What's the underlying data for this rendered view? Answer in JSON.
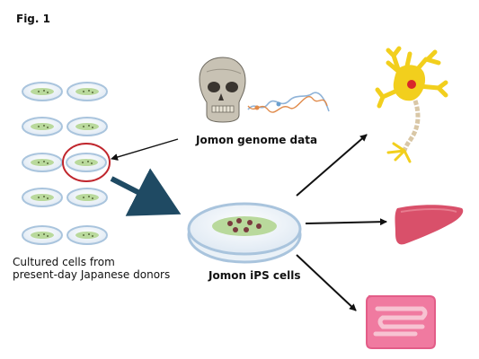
{
  "figure": {
    "label": "Fig. 1"
  },
  "labels": {
    "donors_line1": "Cultured cells from",
    "donors_line2": "present-day Japanese donors",
    "genome": "Jomon genome data",
    "ips": "Jomon iPS cells"
  },
  "colors": {
    "dish_rim": "#a9c4dd",
    "culture": "#b9d99c",
    "highlight": "#c0262d",
    "bold_arrow": "#1f4a63",
    "neuron": "#f2cf1d",
    "neuron_nucleus": "#d8262b",
    "liver": "#d9506a",
    "intestine": "#f07aa0"
  },
  "icons": {
    "skull": "skull-icon",
    "dna": "dna-strand-icon",
    "neuron": "neuron-icon",
    "liver": "liver-icon",
    "intestine": "intestine-icon"
  }
}
